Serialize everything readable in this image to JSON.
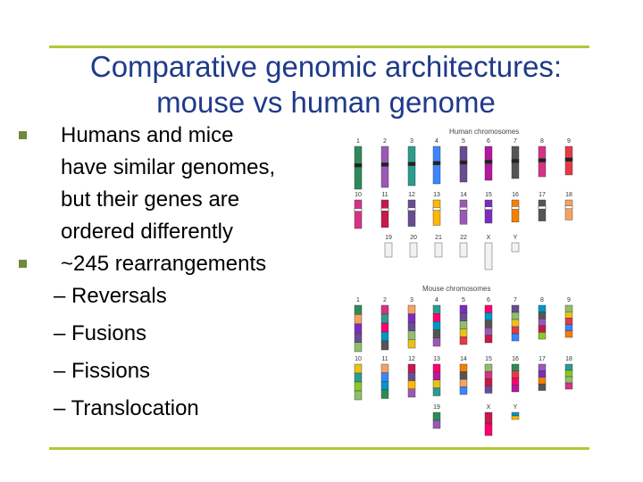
{
  "slide": {
    "title_line1": "Comparative genomic architectures:",
    "title_line2": "mouse vs human genome",
    "bullets": [
      {
        "lines": [
          "Humans and mice",
          "have similar genomes,",
          "but their genes are",
          "ordered differently"
        ]
      },
      {
        "lines": [
          "~245 rearrangements"
        ]
      }
    ],
    "sub_items": [
      "– Reversals",
      "– Fusions",
      "– Fissions",
      "– Translocation"
    ]
  },
  "figure": {
    "human_label": "Human chromosomes",
    "mouse_label": "Mouse chromosomes",
    "human_row1": [
      "1",
      "2",
      "3",
      "4",
      "5",
      "6",
      "7",
      "8",
      "9"
    ],
    "human_row2": [
      "10",
      "11",
      "12",
      "13",
      "14",
      "15",
      "16",
      "17",
      "18"
    ],
    "human_row3": [
      "19",
      "20",
      "21",
      "22",
      "X",
      "Y"
    ],
    "mouse_row1": [
      "1",
      "2",
      "3",
      "4",
      "5",
      "6",
      "7",
      "8",
      "9"
    ],
    "mouse_row2": [
      "10",
      "11",
      "12",
      "13",
      "14",
      "15",
      "16",
      "17",
      "18"
    ],
    "mouse_row3": [
      "19",
      "X",
      "Y"
    ]
  },
  "colors": {
    "title": "#1f3a8a",
    "rule": "#b5c637",
    "bullet": "#6e8b3d"
  }
}
